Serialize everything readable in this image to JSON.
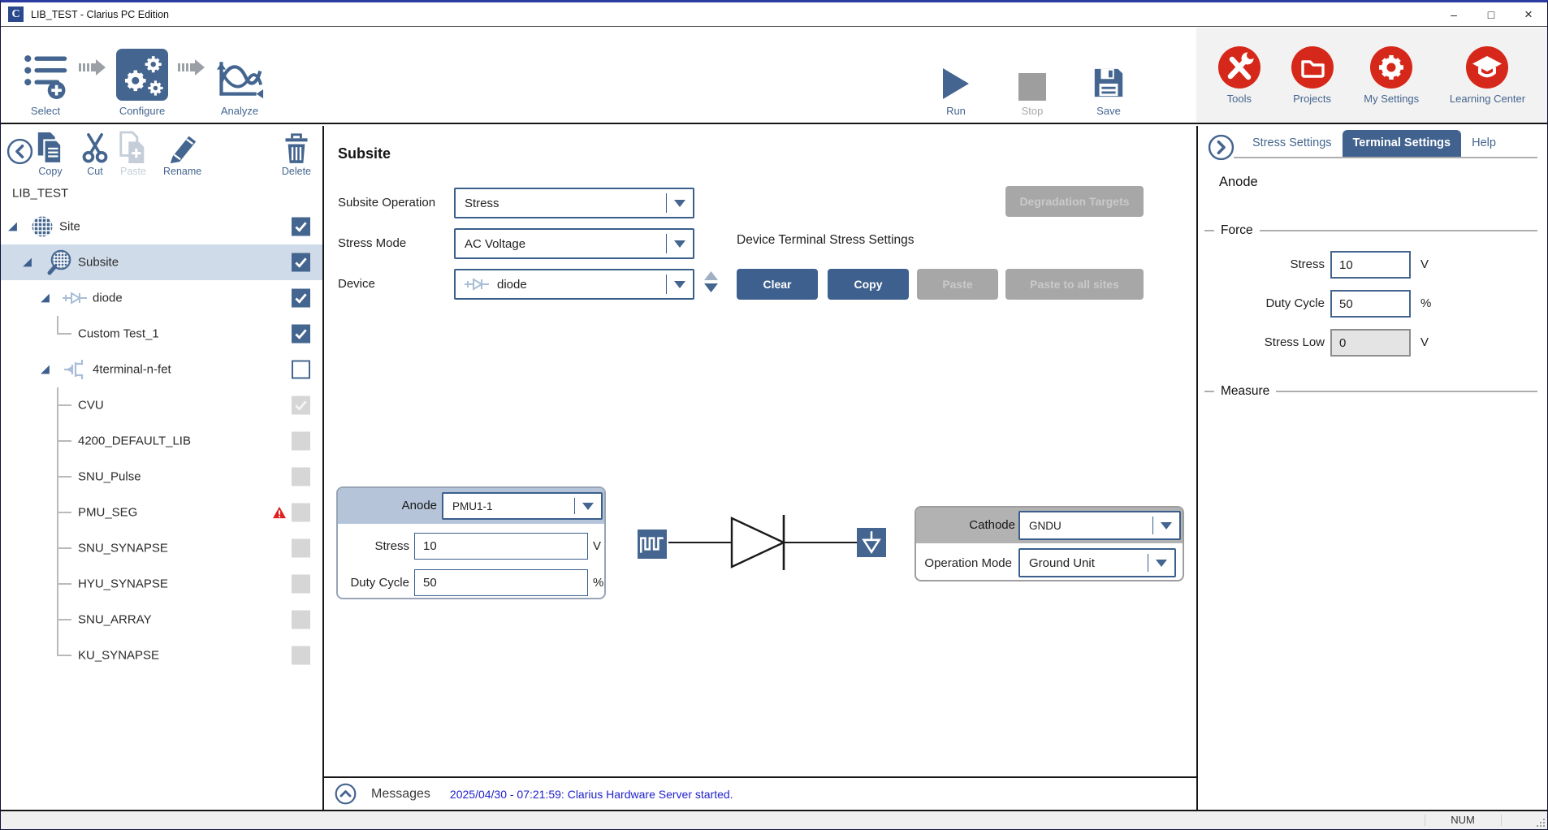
{
  "window": {
    "app_initial": "C",
    "title": "LIB_TEST - Clarius PC Edition",
    "controls": {
      "minimize": "–",
      "maximize": "□",
      "close": "×"
    }
  },
  "toolbar": {
    "workflow": [
      {
        "label": "Select",
        "icon": "select-icon"
      },
      {
        "label": "Configure",
        "icon": "configure-icon"
      },
      {
        "label": "Analyze",
        "icon": "analyze-icon"
      }
    ],
    "actions": [
      {
        "label": "Run",
        "icon": "run-icon",
        "enabled": true
      },
      {
        "label": "Stop",
        "icon": "stop-icon",
        "enabled": false
      },
      {
        "label": "Save",
        "icon": "save-icon",
        "enabled": true
      }
    ],
    "utilities": [
      {
        "label": "Tools",
        "icon": "tools-icon"
      },
      {
        "label": "Projects",
        "icon": "projects-icon"
      },
      {
        "label": "My Settings",
        "icon": "my-settings-icon"
      },
      {
        "label": "Learning Center",
        "icon": "learning-center-icon"
      }
    ]
  },
  "sidebar": {
    "toolbar": [
      {
        "label": "Copy",
        "icon": "copy-icon",
        "enabled": true
      },
      {
        "label": "Cut",
        "icon": "cut-icon",
        "enabled": true
      },
      {
        "label": "Paste",
        "icon": "paste-icon",
        "enabled": false
      },
      {
        "label": "Rename",
        "icon": "rename-icon",
        "enabled": true
      },
      {
        "label": "Delete",
        "icon": "delete-icon",
        "enabled": true,
        "align": "right"
      }
    ],
    "tree": [
      {
        "label": "LIB_TEST",
        "type": "project"
      },
      {
        "label": "Site",
        "type": "site",
        "icon": "wafer-icon",
        "expanded": true,
        "checkbox": "checked"
      },
      {
        "label": "Subsite",
        "type": "subsite",
        "icon": "wafer-magnifier-icon",
        "expanded": true,
        "checkbox": "checked",
        "selected": true
      },
      {
        "label": "diode",
        "type": "device",
        "icon": "diode-icon",
        "expanded": true,
        "checkbox": "checked"
      },
      {
        "label": "Custom Test_1",
        "type": "test",
        "checkbox": "checked",
        "connector": "last"
      },
      {
        "label": "4terminal-n-fet",
        "type": "device",
        "icon": "nfet-icon",
        "expanded": true,
        "checkbox": "unchecked"
      },
      {
        "label": "CVU",
        "type": "test",
        "checkbox": "checked-disabled",
        "connector": "mid"
      },
      {
        "label": "4200_DEFAULT_LIB",
        "type": "test",
        "checkbox": "empty-disabled",
        "connector": "mid"
      },
      {
        "label": "SNU_Pulse",
        "type": "test",
        "checkbox": "empty-disabled",
        "connector": "mid"
      },
      {
        "label": "PMU_SEG",
        "type": "test",
        "checkbox": "empty-disabled",
        "connector": "mid",
        "warning": true
      },
      {
        "label": "SNU_SYNAPSE",
        "type": "test",
        "checkbox": "empty-disabled",
        "connector": "mid"
      },
      {
        "label": "HYU_SYNAPSE",
        "type": "test",
        "checkbox": "empty-disabled",
        "connector": "mid"
      },
      {
        "label": "SNU_ARRAY",
        "type": "test",
        "checkbox": "empty-disabled",
        "connector": "mid"
      },
      {
        "label": "KU_SYNAPSE",
        "type": "test",
        "checkbox": "empty-disabled",
        "connector": "last"
      }
    ]
  },
  "main": {
    "title": "Subsite",
    "form": [
      {
        "label": "Subsite Operation",
        "value": "Stress"
      },
      {
        "label": "Stress Mode",
        "value": "AC Voltage"
      },
      {
        "label": "Device",
        "value": "diode",
        "icon": "diode-icon",
        "spinner": true
      }
    ],
    "degradation_button": "Degradation Targets",
    "stress_section": {
      "title": "Device Terminal Stress Settings",
      "buttons": [
        {
          "label": "Clear",
          "enabled": true
        },
        {
          "label": "Copy",
          "enabled": true
        },
        {
          "label": "Paste",
          "enabled": false
        },
        {
          "label": "Paste to all sites",
          "enabled": false
        }
      ]
    },
    "anode_card": {
      "header": "Anode",
      "terminal": "PMU1-1",
      "fields": [
        {
          "label": "Stress",
          "value": "10",
          "unit": "V"
        },
        {
          "label": "Duty Cycle",
          "value": "50",
          "unit": "%"
        }
      ]
    },
    "cathode_card": {
      "header": "Cathode",
      "terminal": "GNDU",
      "fields": [
        {
          "label": "Operation Mode",
          "value": "Ground Unit"
        }
      ]
    },
    "messages": {
      "label": "Messages",
      "text": "2025/04/30 - 07:21:59: Clarius Hardware Server started."
    }
  },
  "right_panel": {
    "tabs": [
      {
        "label": "Stress Settings",
        "active": false
      },
      {
        "label": "Terminal Settings",
        "active": true
      },
      {
        "label": "Help",
        "active": false
      }
    ],
    "heading": "Anode",
    "sections": [
      {
        "title": "Force",
        "fields": [
          {
            "label": "Stress",
            "value": "10",
            "unit": "V",
            "disabled": false
          },
          {
            "label": "Duty Cycle",
            "value": "50",
            "unit": "%",
            "disabled": false
          },
          {
            "label": "Stress Low",
            "value": "0",
            "unit": "V",
            "disabled": true
          }
        ]
      },
      {
        "title": "Measure",
        "fields": []
      }
    ]
  },
  "status_bar": {
    "keyboard_indicator": "NUM"
  },
  "colors": {
    "accent_blue": "#44658f",
    "tab_active": "#41618e",
    "icon_red": "#d6281a",
    "selected_row": "#cfdbe9",
    "message_text": "#2222cc",
    "disabled_gray": "#a7a7a7",
    "anode_header": "#b5c4d9",
    "cathode_header": "#b2b2b2"
  }
}
